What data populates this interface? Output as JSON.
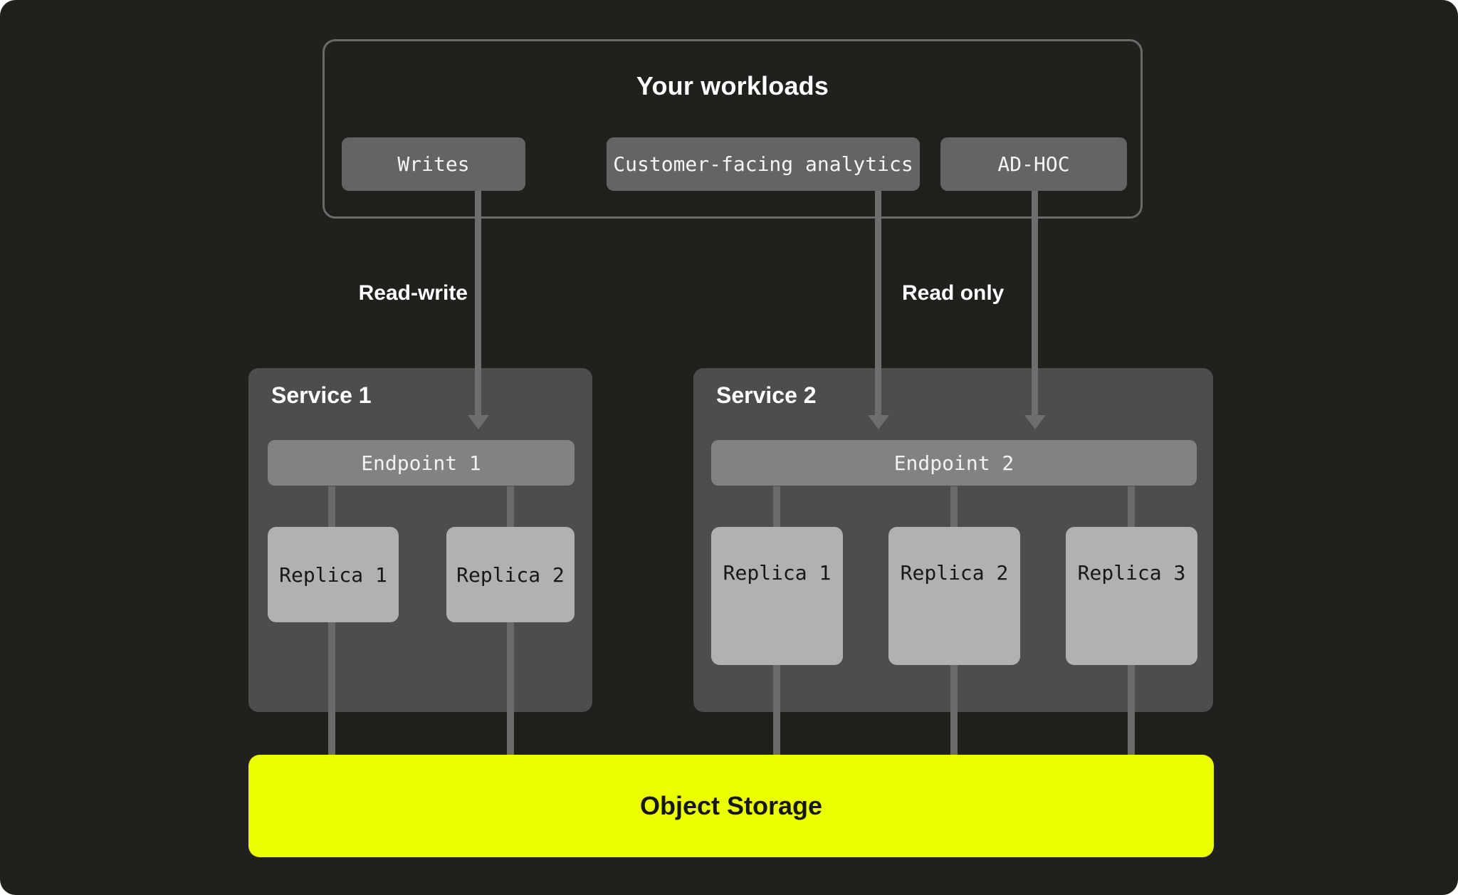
{
  "colors": {
    "background": "#20211C",
    "panel_border": "#6A6A6A",
    "workload_chip": "#646464",
    "service_box": "#4D4D4D",
    "endpoint_bar": "#828282",
    "replica_card": "#B1B1B1",
    "connector_line": "#6A6A6A",
    "arrow": "#6E6E6E",
    "object_storage": "#ECFF00",
    "text_light": "#FFFFFF",
    "text_dark": "#171717"
  },
  "workloads": {
    "title": "Your workloads",
    "items": [
      {
        "label": "Writes"
      },
      {
        "label": "Customer-facing analytics"
      },
      {
        "label": "AD-HOC"
      }
    ]
  },
  "edges": {
    "read_write_label": "Read-write",
    "read_only_label": "Read only"
  },
  "services": [
    {
      "name": "Service 1",
      "endpoint": "Endpoint 1",
      "replicas": [
        "Replica 1",
        "Replica 2"
      ]
    },
    {
      "name": "Service 2",
      "endpoint": "Endpoint 2",
      "replicas": [
        "Replica 1",
        "Replica 2",
        "Replica 3"
      ]
    }
  ],
  "storage": {
    "label": "Object Storage"
  }
}
